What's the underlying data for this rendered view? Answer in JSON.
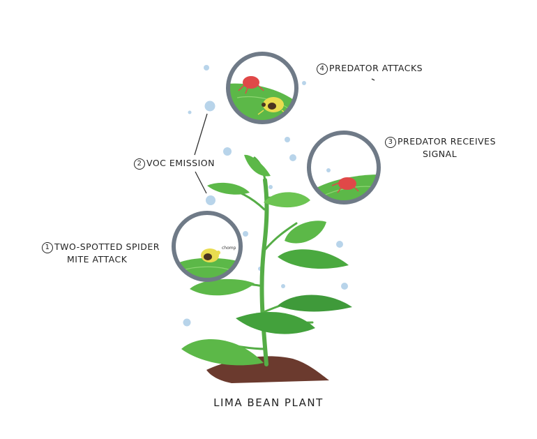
{
  "title": "LIMA BEAN PLANT",
  "steps": [
    {
      "num": "1",
      "line1": "TWO-SPOTTED SPIDER",
      "line2": "MITE ATTACK"
    },
    {
      "num": "2",
      "line1": "VOC EMISSION"
    },
    {
      "num": "3",
      "line1": "PREDATOR RECEIVES",
      "line2": "SIGNAL"
    },
    {
      "num": "4",
      "line1": "PREDATOR ATTACKS"
    }
  ],
  "colors": {
    "leaf": "#5cb848",
    "leaf_dark": "#3f9a3a",
    "stem": "#55ad46",
    "soil": "#6b3a2e",
    "bubble": "#b8d4ea",
    "circle_border": "#6f7a87",
    "pest_mite": "#e9dc4f",
    "predator_mite": "#e04848"
  }
}
